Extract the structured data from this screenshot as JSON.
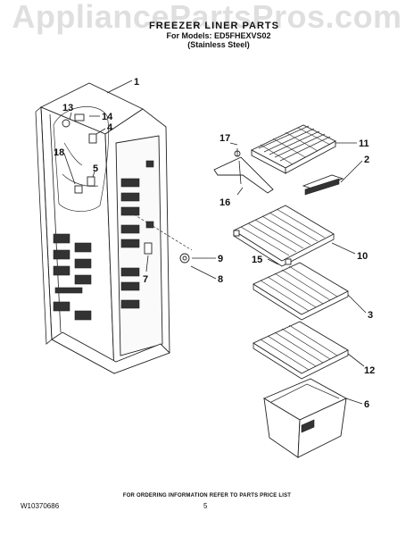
{
  "watermark": "AppliancePartsPros.com",
  "header": {
    "title": "FREEZER LINER PARTS",
    "models_line": "For Models: ED5FHEXVS02",
    "variant": "(Stainless Steel)"
  },
  "callouts": [
    "1",
    "14",
    "13",
    "4",
    "18",
    "5",
    "9",
    "8",
    "7",
    "17",
    "11",
    "2",
    "16",
    "15",
    "10",
    "3",
    "12",
    "6"
  ],
  "footer": {
    "note": "FOR ORDERING INFORMATION REFER TO PARTS PRICE LIST",
    "doc_number": "W10370686",
    "page_number": "5"
  },
  "colors": {
    "ink": "#222222",
    "watermark": "#969696"
  }
}
